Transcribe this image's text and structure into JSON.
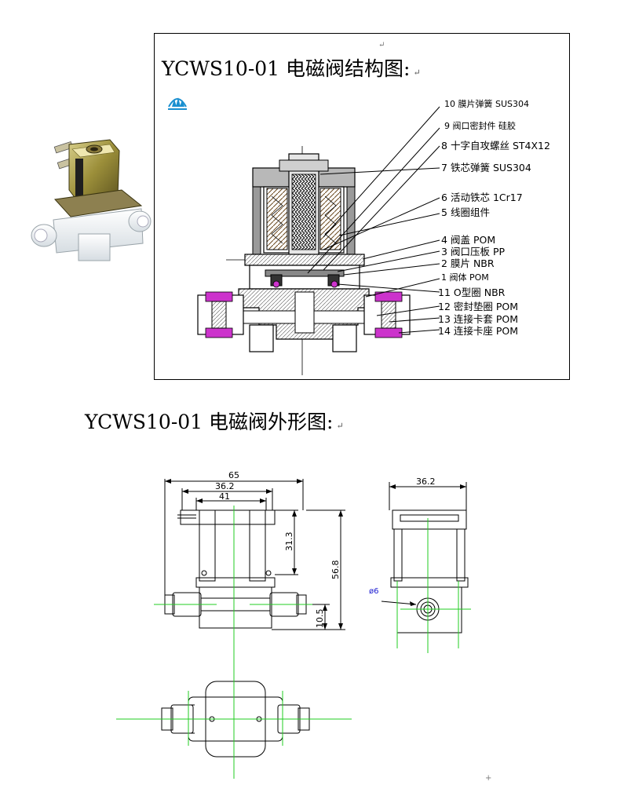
{
  "structure_title": "YCWS10-01 电磁阀结构图:",
  "outline_title": "YCWS10-01 电磁阀外形图:",
  "return_mark": "↵",
  "parts": [
    {
      "num": "10",
      "name": "膜片弹簧",
      "material": "SUS304"
    },
    {
      "num": "9",
      "name": "阀口密封件",
      "material": "硅胶"
    },
    {
      "num": "8",
      "name": "十字自攻螺丝",
      "material": "ST4X12"
    },
    {
      "num": "7",
      "name": "铁芯弹簧",
      "material": "SUS304"
    },
    {
      "num": "6",
      "name": "活动铁芯",
      "material": "1Cr17"
    },
    {
      "num": "5",
      "name": "线圈组件",
      "material": ""
    },
    {
      "num": "4",
      "name": "阀盖",
      "material": "POM"
    },
    {
      "num": "3",
      "name": "阀口压板",
      "material": "PP"
    },
    {
      "num": "2",
      "name": "膜片",
      "material": "NBR"
    },
    {
      "num": "1",
      "name": "阀体",
      "material": "POM"
    },
    {
      "num": "11",
      "name": "O型圈",
      "material": "NBR"
    },
    {
      "num": "12",
      "name": "密封垫圈",
      "material": "POM"
    },
    {
      "num": "13",
      "name": "连接卡套",
      "material": "POM"
    },
    {
      "num": "14",
      "name": "连接卡座",
      "material": "POM"
    }
  ],
  "dimensions": {
    "overall_width": "65",
    "coil_width": "36.2",
    "bracket_width": "41",
    "coil_height": "31.3",
    "overall_height": "56.8",
    "port_height": "10.5",
    "side_width": "36.2",
    "port_diameter": "ø6"
  },
  "colors": {
    "centerline": "#22cc22",
    "fitting": "#cc33cc",
    "coil_copper": "#b07a3a",
    "dimension_blue": "#1a1ad0"
  }
}
